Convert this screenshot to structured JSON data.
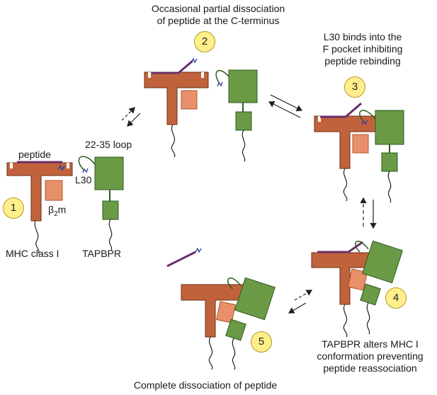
{
  "title_step2": [
    "Occasional partial dissociation",
    "of peptide at the C-terminus"
  ],
  "title_step3": [
    "L30 binds into the",
    "F pocket inhibiting",
    "peptide rebinding"
  ],
  "title_step4": [
    "TAPBPR alters MHC I",
    "conformation preventing",
    "peptide reassociation"
  ],
  "title_step5": "Complete dissociation of peptide",
  "labels": {
    "peptide": "peptide",
    "loop": "22-35 loop",
    "l30": "L30",
    "beta": "β",
    "beta_sub": "2",
    "beta_suffix": "m",
    "mhc": "MHC class I",
    "tapbpr": "TAPBPR"
  },
  "steps": [
    "1",
    "2",
    "3",
    "4",
    "5"
  ],
  "colors": {
    "mhc": "#c0633c",
    "mhc_stroke": "#6e2e14",
    "b2m": "#e8906a",
    "tapbpr": "#6a9a45",
    "tapbpr_stroke": "#2f5a1e",
    "peptide": "#6a2e6a",
    "badge": "#ffef8a"
  }
}
